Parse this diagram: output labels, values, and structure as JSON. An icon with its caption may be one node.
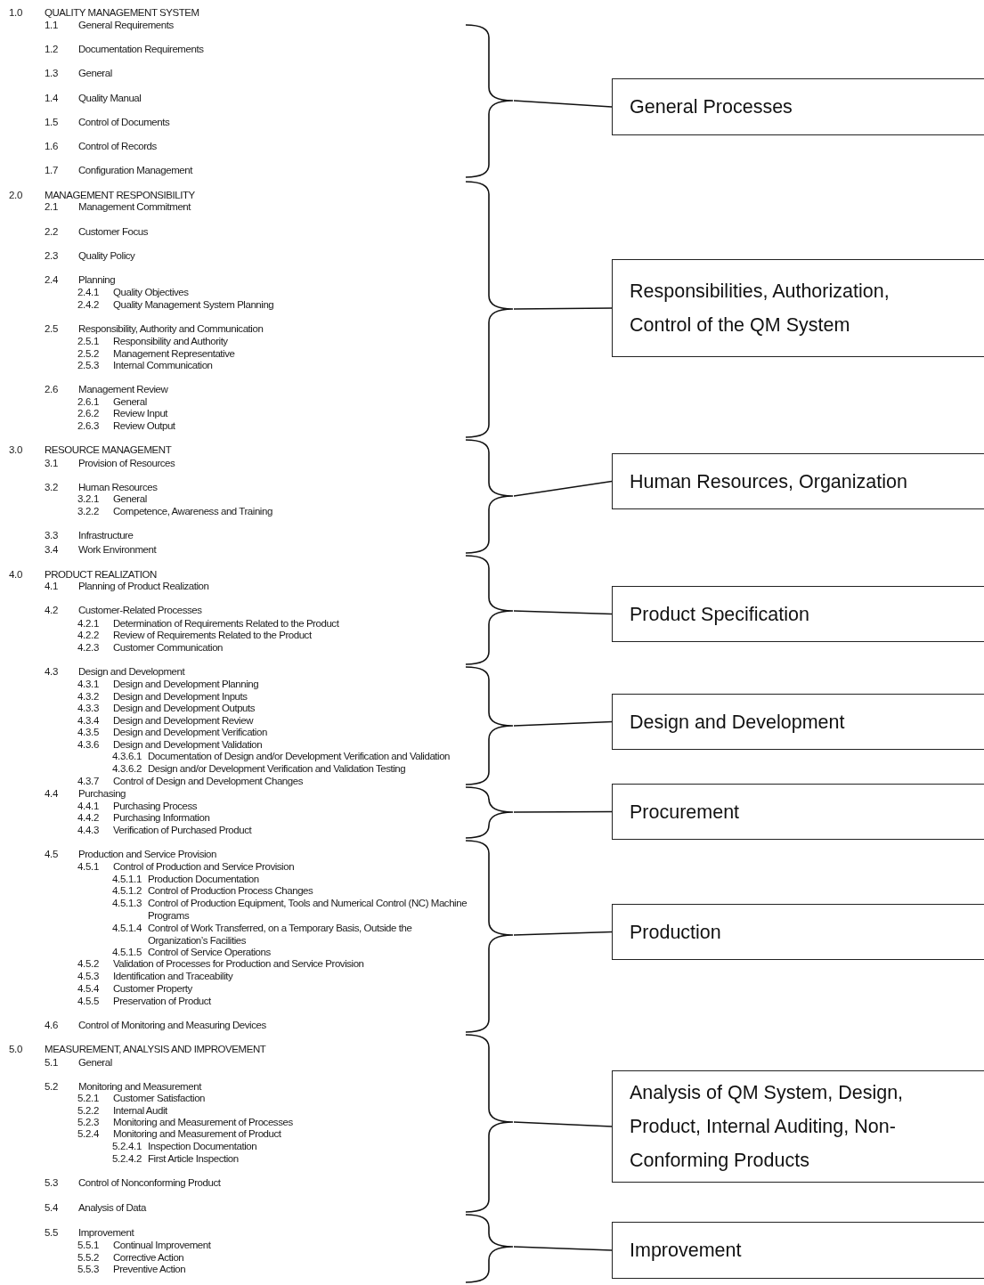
{
  "diagram": {
    "nodes": [
      {
        "text": [],
        "shape": "brace"
      },
      {
        "text": [
          "General Processes"
        ]
      },
      {
        "text": [],
        "shape": "brace"
      },
      {
        "text": [
          "Responsibilities, Authorization, Control of the QM System"
        ]
      },
      {
        "text": [],
        "shape": "brace"
      },
      {
        "text": [
          "Human Resources, Organization"
        ]
      },
      {
        "text": [],
        "shape": "brace"
      },
      {
        "text": [
          "Product Specification"
        ]
      },
      {
        "text": [],
        "shape": "brace"
      },
      {
        "text": [
          "Design and Development"
        ]
      },
      {
        "text": [],
        "shape": "brace"
      },
      {
        "text": [
          "Procurement"
        ]
      },
      {
        "text": [],
        "shape": "brace"
      },
      {
        "text": [
          "Production"
        ]
      },
      {
        "text": [],
        "shape": "brace"
      },
      {
        "text": [
          "Analysis of QM System, Design, Product, Internal Auditing, Non-Conforming Products"
        ]
      },
      {
        "text": [],
        "shape": "brace"
      },
      {
        "text": [
          "Improvement"
        ]
      }
    ],
    "edges": [
      {
        "from": 0,
        "to": 1,
        "arrow": "none"
      },
      {
        "from": 2,
        "to": 3,
        "arrow": "none"
      },
      {
        "from": 4,
        "to": 5,
        "arrow": "none"
      },
      {
        "from": 6,
        "to": 7,
        "arrow": "none"
      },
      {
        "from": 8,
        "to": 9,
        "arrow": "none"
      },
      {
        "from": 10,
        "to": 11,
        "arrow": "none"
      },
      {
        "from": 12,
        "to": 13,
        "arrow": "none"
      },
      {
        "from": 14,
        "to": 15,
        "arrow": "none"
      },
      {
        "from": 16,
        "to": 17,
        "arrow": "none"
      }
    ],
    "labels": [
      "1.0",
      "QUALITY MANAGEMENT SYSTEM",
      "1.1",
      "General Requirements",
      "1.2",
      "Documentation Requirements",
      "1.3",
      "General",
      "1.4",
      "Quality Manual",
      "1.5",
      "Control of Documents",
      "1.6",
      "Control of Records",
      "1.7",
      "Configuration Management",
      "2.0",
      "MANAGEMENT RESPONSIBILITY",
      "2.1",
      "Management Commitment",
      "2.2",
      "Customer Focus",
      "2.3",
      "Quality Policy",
      "2.4",
      "Planning",
      "2.4.1",
      "Quality Objectives",
      "2.4.2",
      "Quality Management System Planning",
      "2.5",
      "Responsibility, Authority and Communication",
      "2.5.1",
      "Responsibility and Authority",
      "2.5.2",
      "Management Representative",
      "2.5.3",
      "Internal Communication",
      "2.6",
      "Management Review",
      "2.6.1",
      "General",
      "2.6.2",
      "Review Input",
      "2.6.3",
      "Review Output",
      "3.0",
      "RESOURCE MANAGEMENT",
      "3.1",
      "Provision of Resources",
      "3.2",
      "Human Resources",
      "3.2.1",
      "General",
      "3.2.2",
      "Competence, Awareness and Training",
      "3.3",
      "Infrastructure",
      "3.4",
      "Work Environment",
      "4.0",
      "PRODUCT REALIZATION",
      "4.1",
      "Planning of Product Realization",
      "4.2",
      "Customer-Related Processes",
      "4.2.1",
      "Determination of Requirements Related to the Product",
      "4.2.2",
      "Review of Requirements Related to the Product",
      "4.2.3",
      "Customer Communication",
      "4.3",
      "Design and Development",
      "4.3.1",
      "Design and Development Planning",
      "4.3.2",
      "Design and Development Inputs",
      "4.3.3",
      "Design and Development Outputs",
      "4.3.4",
      "Design and Development Review",
      "4.3.5",
      "Design and Development Verification",
      "4.3.6",
      "Design and Development Validation",
      "4.3.6.1",
      "Documentation of Design and/or Development Verification and Validation",
      "4.3.6.2",
      "Design and/or Development Verification and Validation Testing",
      "4.3.7",
      "Control of Design and Development Changes",
      "4.4",
      "Purchasing",
      "4.4.1",
      "Purchasing Process",
      "4.4.2",
      "Purchasing Information",
      "4.4.3",
      "Verification of Purchased Product",
      "4.5",
      "Production and Service Provision",
      "4.5.1",
      "Control of Production and Service Provision",
      "4.5.1.1",
      "Production Documentation",
      "4.5.1.2",
      "Control of Production Process Changes",
      "4.5.1.3",
      "Control of Production Equipment, Tools and Numerical Control (NC) Machine Programs",
      "4.5.1.4",
      "Control of Work Transferred, on a Temporary Basis, Outside the Organization’s Facilities",
      "4.5.1.5",
      "Control of Service Operations",
      "4.5.2",
      "Validation of Processes for Production and Service Provision",
      "4.5.3",
      "Identification and Traceability",
      "4.5.4",
      "Customer Property",
      "4.5.5",
      "Preservation of Product",
      "4.6",
      "Control of Monitoring and Measuring Devices",
      "5.0",
      "MEASUREMENT, ANALYSIS AND IMPROVEMENT",
      "5.1",
      "General",
      "5.2",
      "Monitoring and Measurement",
      "5.2.1",
      "Customer Satisfaction",
      "5.2.2",
      "Internal Audit",
      "5.2.3",
      "Monitoring and Measurement of Processes",
      "5.2.4",
      "Monitoring and Measurement of Product",
      "5.2.4.1",
      "Inspection Documentation",
      "5.2.4.2",
      "First Article Inspection",
      "5.3",
      "Control of Nonconforming Product",
      "5.4",
      "Analysis of Data",
      "5.5",
      "Improvement",
      "5.5.1",
      "Continual Improvement",
      "5.5.2",
      "Corrective Action",
      "5.5.3",
      "Preventive Action"
    ]
  }
}
